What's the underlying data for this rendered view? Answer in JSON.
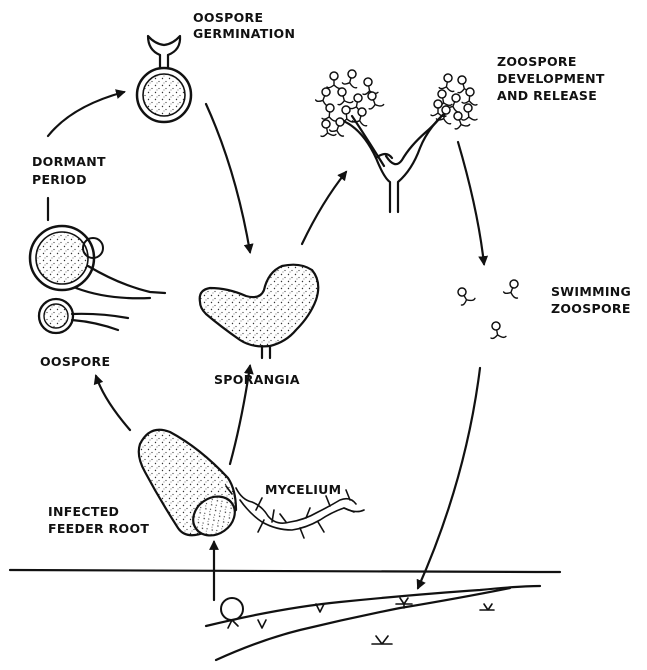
{
  "labels": {
    "oospore_germination": [
      "OOSPORE",
      "GERMINATION"
    ],
    "zoospore_development": [
      "ZOOSPORE",
      "DEVELOPMENT",
      "AND RELEASE"
    ],
    "dormant_period": [
      "DORMANT",
      "PERIOD"
    ],
    "swimming_zoospore": [
      "SWIMMING",
      "ZOOSPORE"
    ],
    "oospore": "OOSPORE",
    "sporangia": "SPORANGIA",
    "mycelium": "MYCELIUM",
    "infected_feeder_root": [
      "INFECTED",
      "FEEDER ROOT"
    ]
  },
  "colors": {
    "ink": "#111111",
    "paper": "#ffffff"
  }
}
